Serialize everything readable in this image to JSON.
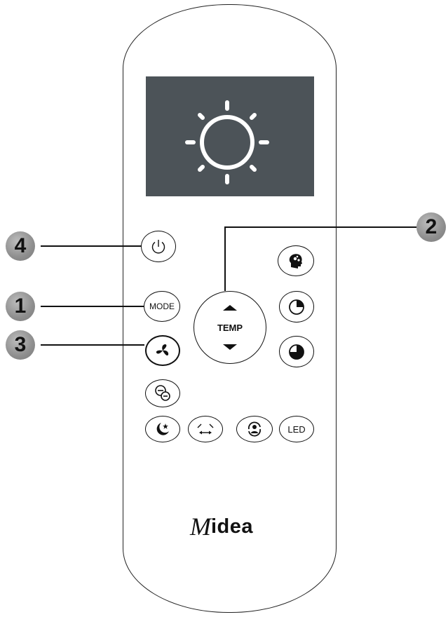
{
  "display": {
    "icon": "sun-icon"
  },
  "buttons": {
    "power": {
      "icon": "power-icon"
    },
    "mode": {
      "label": "MODE"
    },
    "fan": {
      "icon": "fan-icon"
    },
    "eco": {
      "icon": "eco-icon"
    },
    "temp": {
      "label": "TEMP",
      "up_icon": "triangle-up-icon",
      "down_icon": "triangle-down-icon"
    },
    "follow_me": {
      "icon": "head-gear-icon"
    },
    "timer_on": {
      "icon": "timer-quarter-icon"
    },
    "timer_off": {
      "icon": "timer-three-quarter-icon"
    },
    "sleep": {
      "icon": "moon-star-icon"
    },
    "swing": {
      "icon": "swing-icon"
    },
    "self_clean": {
      "icon": "person-cycle-icon"
    },
    "led": {
      "label": "LED"
    }
  },
  "callouts": [
    "1",
    "2",
    "3",
    "4"
  ],
  "brand": {
    "first": "M",
    "rest": "idea"
  },
  "colors": {
    "screen": "#4c5358",
    "callout": "#9a9a9a",
    "outline": "#111111"
  }
}
